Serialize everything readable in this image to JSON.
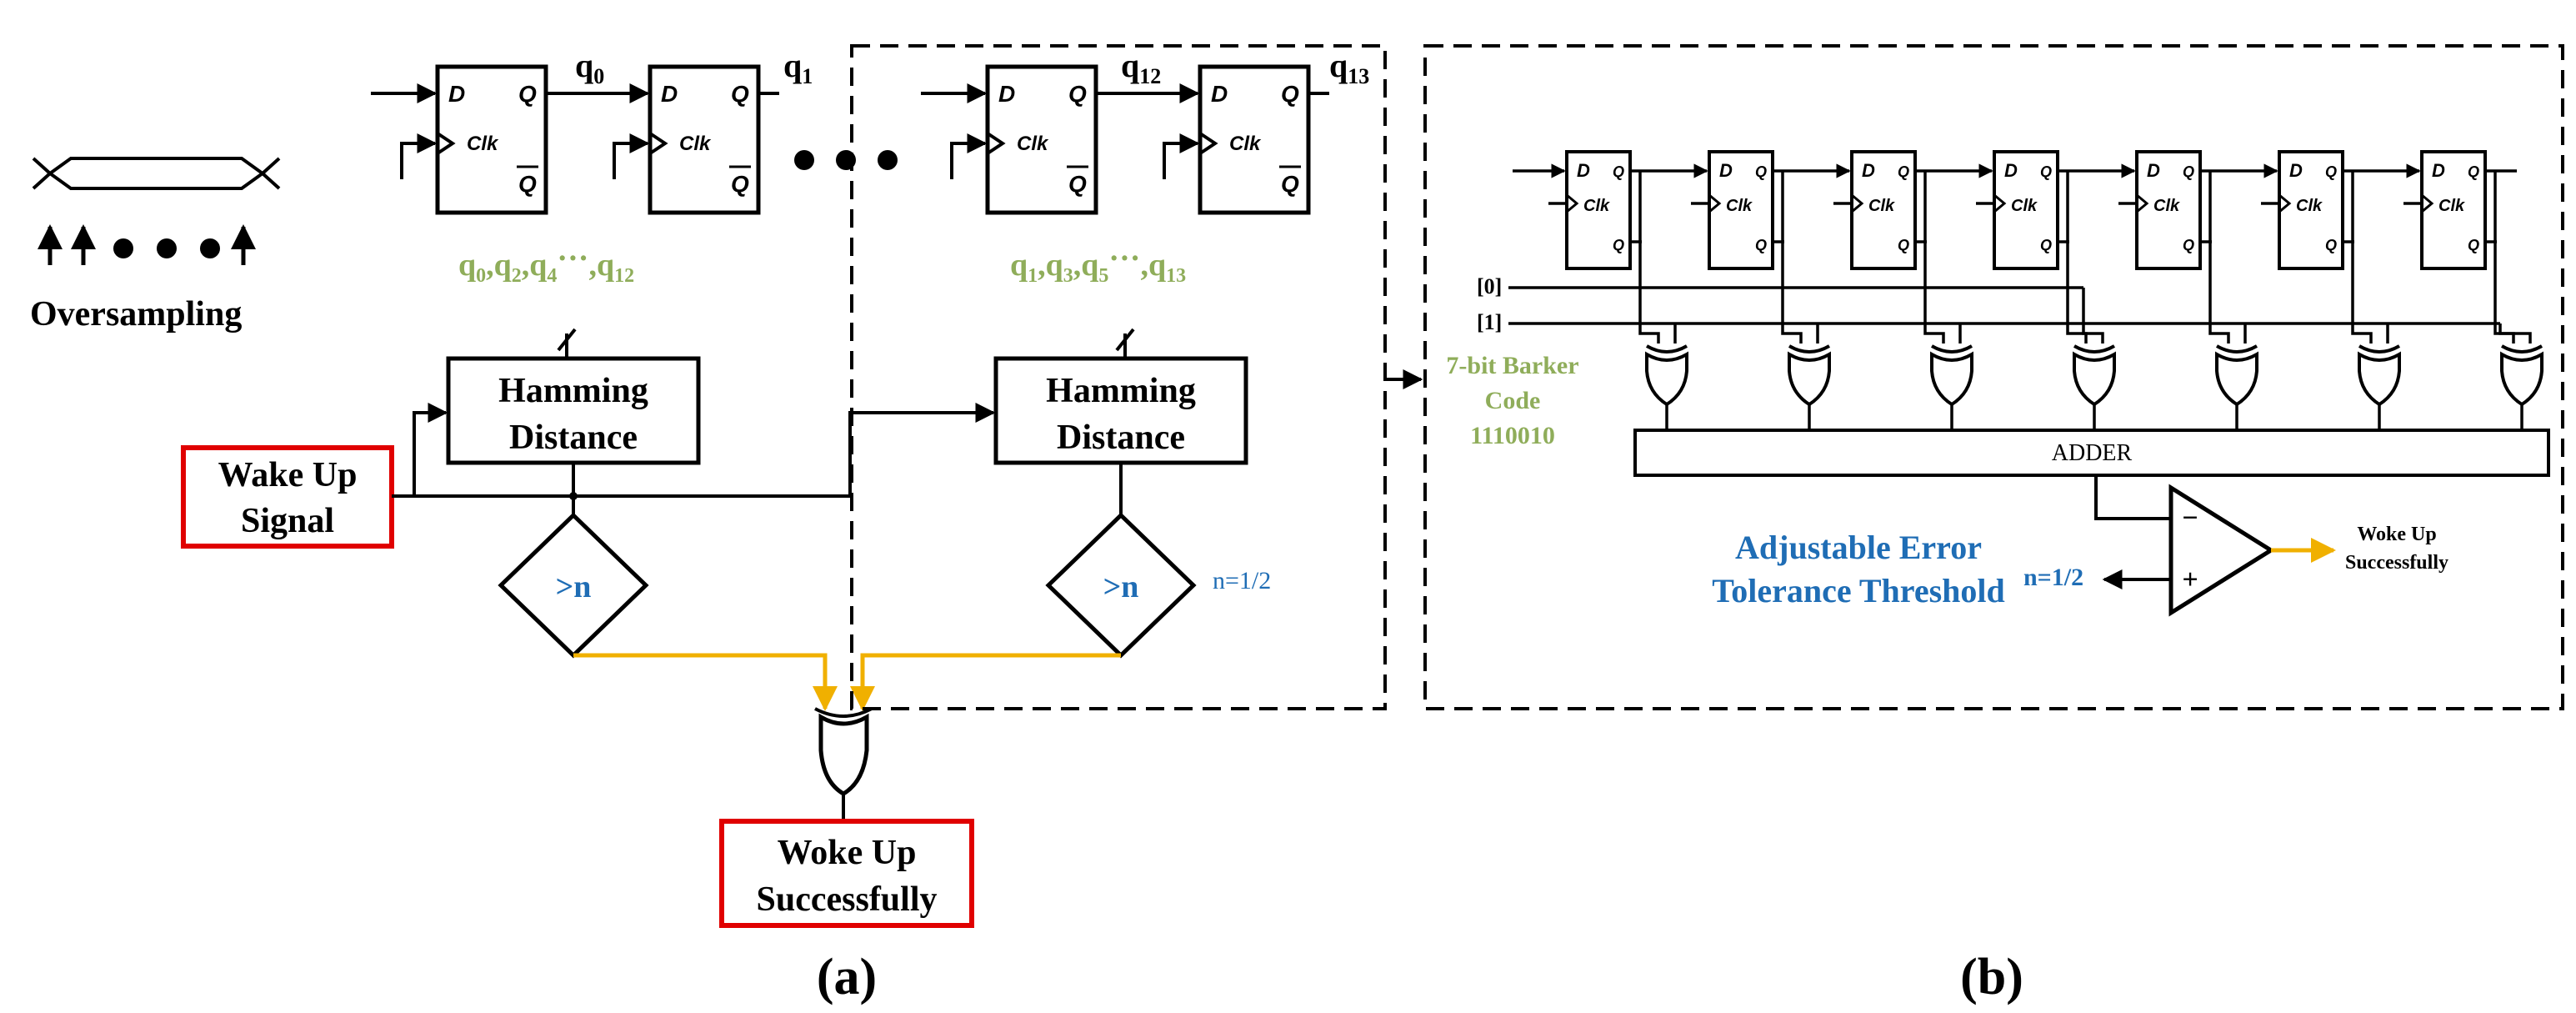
{
  "colors": {
    "line": "#000000",
    "green": "#8fad5a",
    "blue": "#1f6db5",
    "orange": "#f0b000",
    "red": "#e00000"
  },
  "panel_a": {
    "oversampling_label": "Oversampling",
    "ff_pins": {
      "d": "D",
      "q": "Q",
      "qbar": "Q",
      "clk": "Clk"
    },
    "q_labels": {
      "q0": "q",
      "q0_sub": "0",
      "q1": "q",
      "q1_sub": "1",
      "q12": "q",
      "q12_sub": "12",
      "q13": "q",
      "q13_sub": "13"
    },
    "even_seq": {
      "q": "q",
      "s0": "0",
      "s1": "2",
      "s2": "4",
      "dots": "···",
      "s3": "12"
    },
    "odd_seq": {
      "q": "q",
      "s0": "1",
      "s1": "3",
      "s2": "5",
      "dots": "···",
      "s3": "13"
    },
    "hamming_line1": "Hamming",
    "hamming_line2": "Distance",
    "compare_label": ">n",
    "n_value": "n=1/2",
    "wake_signal_line1": "Wake Up",
    "wake_signal_line2": "Signal",
    "woke_line1": "Woke Up",
    "woke_line2": "Successfully",
    "caption": "(a)"
  },
  "panel_b": {
    "bit0": "[0]",
    "bit1": "[1]",
    "barker_line1": "7-bit Barker",
    "barker_line2": "Code",
    "barker_line3": "1110010",
    "adder": "ADDER",
    "comp_minus": "−",
    "comp_plus": "+",
    "threshold_line1": "Adjustable Error",
    "threshold_line2": "Tolerance Threshold",
    "n_value": "n=1/2",
    "output_line1": "Woke Up",
    "output_line2": "Successfully",
    "caption": "(b)"
  }
}
